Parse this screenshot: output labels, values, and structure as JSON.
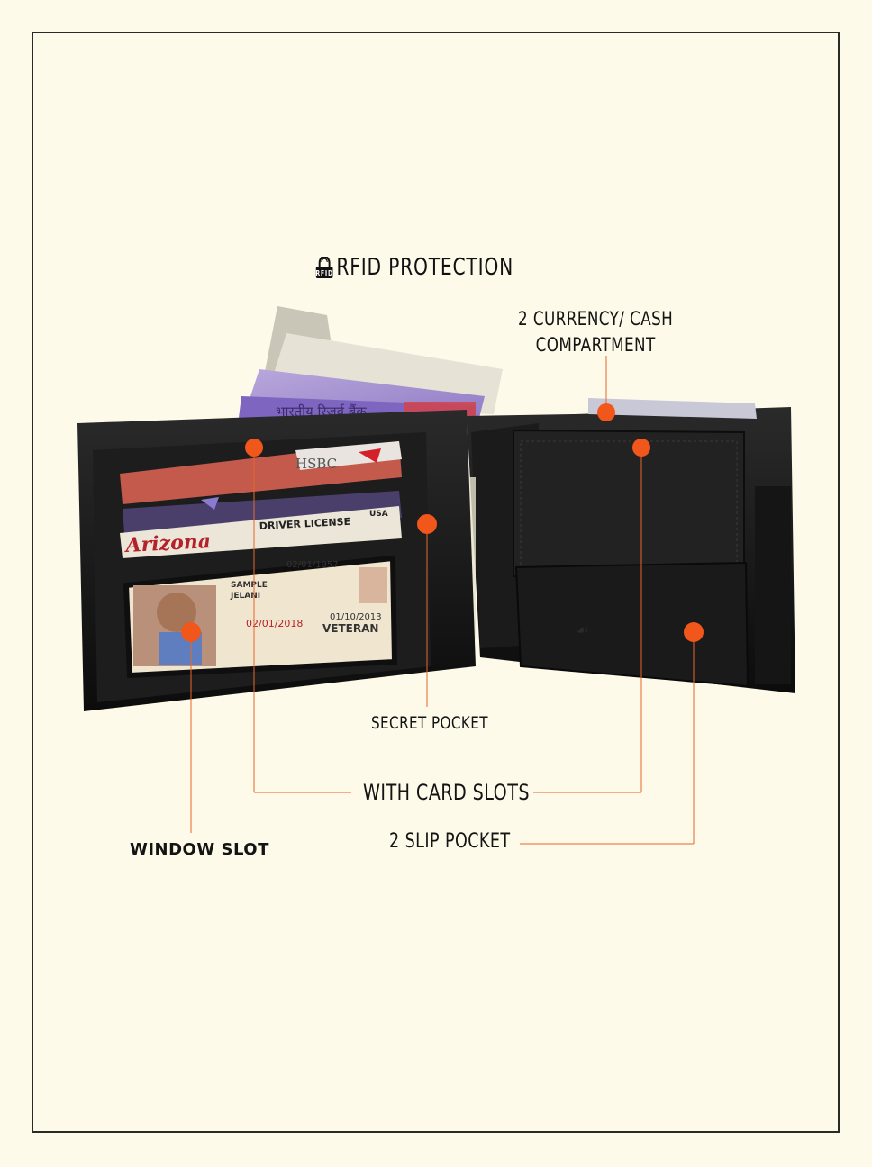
{
  "title": {
    "text": "RFID PROTECTION",
    "icon": "rfid-lock-icon",
    "icon_text": "RFID"
  },
  "labels": {
    "currency_line1": "2 CURRENCY/ CASH",
    "currency_line2": "COMPARTMENT",
    "secret_pocket": "SECRET POCKET",
    "card_slots": "WITH CARD SLOTS",
    "slip_pocket": "2 SLIP POCKET",
    "window_slot": "WINDOW SLOT"
  },
  "product": {
    "cards": {
      "bank_card_text": "HSBC",
      "state_text": "Arizona",
      "license_text": "DRIVER LICENSE",
      "country_text": "USA",
      "veteran_text": "VETERAN",
      "sample_text": "SAMPLE",
      "name_text": "JELANI",
      "dob_text": "02/01/1957",
      "exp_text": "02/01/2018",
      "iss_text": "01/10/2013"
    },
    "currency_text": "भारतीय रिज़र्व बैंक"
  },
  "colors": {
    "background": "#fdfaea",
    "accent_dot": "#f1561a",
    "leader_line": "#e8672a",
    "wallet_leather": "#141414",
    "text": "#141414"
  }
}
